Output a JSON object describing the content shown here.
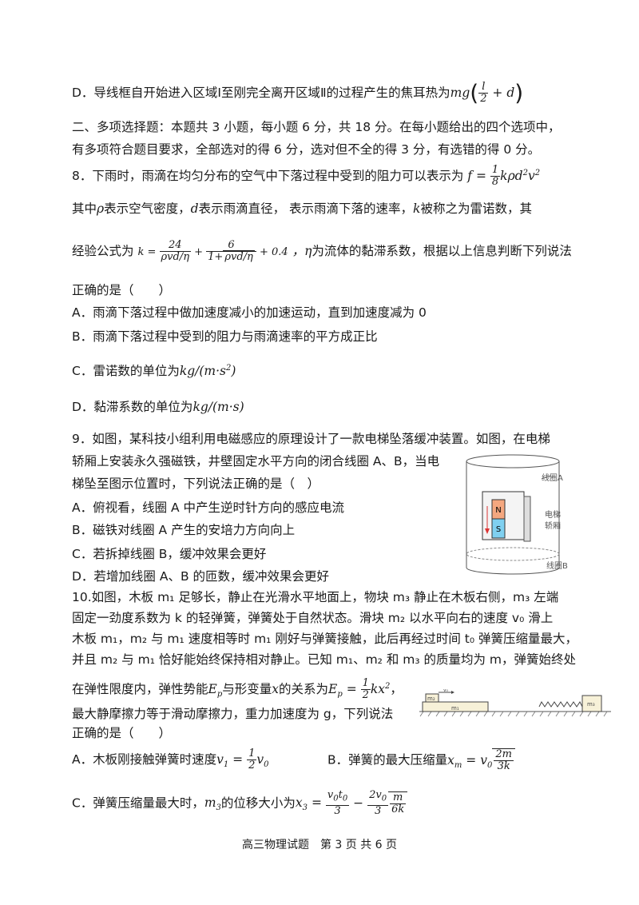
{
  "optD7": {
    "text": "D．导线框自开始进入区域Ⅰ至刚完全离开区域Ⅱ的过程产生的焦耳热为"
  },
  "section2": {
    "line1": "二、多项选择题：本题共 3 小题，每小题 6 分，共 18 分。在每小题给出的四个选项中，",
    "line2": "有多项符合题目要求，全部选对的得 6 分，选对但不全的得 3 分，有选错的得 0 分。"
  },
  "q8": {
    "line1": "8．下雨时，雨滴在均匀分布的空气中下落过程中受到的阻力可以表示为",
    "line2a": "其中",
    "line2b": "表示空气密度，",
    "line2c": "表示雨滴直径，  表示雨滴下落的速率，",
    "line2d": "被称之为雷诺数，其",
    "line3a": "经验公式为",
    "line3b": "为流体的黏滞系数，根据以上信息判断下列说法",
    "line4": "正确的是（　　）",
    "optA": "A．雨滴下落过程中做加速度减小的加速运动，直到加速度减为 0",
    "optB": "B．雨滴下落过程中受到的阻力与雨滴速率的平方成正比",
    "optC": "C．雷诺数的单位为",
    "optD": "D．黏滞系数的单位为"
  },
  "q9": {
    "line1": "9．如图，某科技小组利用电磁感应的原理设计了一款电梯坠落缓冲装置。如图，在电梯",
    "line2": "轿厢上安装永久强磁铁，井壁固定水平方向的闭合线圈 A、B，当电",
    "line3": "梯坠至图示位置时，下列说法正确的是（　）",
    "optA": "A．俯视看，线圈 A 中产生逆时针方向的感应电流",
    "optB": "B．磁铁对线圈 A 产生的安培力方向向上",
    "optC": "C．若拆掉线圈 B，缓冲效果会更好",
    "optD": "D．若增加线圈 A、B 的匝数，缓冲效果会更好",
    "fig": {
      "coilA": "线圈A",
      "car1": "电梯",
      "car2": "轿厢",
      "coilB": "线圈B",
      "north": "N",
      "south": "S"
    }
  },
  "q10": {
    "line1": "10.如图，木板 m₁ 足够长，静止在光滑水平地面上，物块 m₃ 静止在木板右侧，m₃ 左端",
    "line2": "固定一劲度系数为 k 的轻弹簧，弹簧处于自然状态。滑块 m₂ 以水平向右的速度 v₀ 滑上",
    "line3": "木板 m₁，m₂ 与 m₁ 速度相等时 m₁ 刚好与弹簧接触，此后再经过时间 t₀ 弹簧压缩量最大，",
    "line4": "并且 m₂ 与 m₁ 恰好能始终保持相对静止。已知 m₁、m₂ 和 m₃ 的质量均为 m，弹簧始终处",
    "line5a": "在弹性限度内，弹性势能",
    "line5b": "与形变量",
    "line5c": "的关系为",
    "line6": "最大静摩擦力等于滑动摩擦力，重力加速度为 g，下列说法",
    "line7": "正确的是（　　）",
    "optA": "A．木板刚接触弹簧时速度",
    "optB": "B．弹簧的最大压缩量",
    "optC": "C．弹簧压缩量最大时，",
    "optC2": "的位移大小为",
    "fig": {
      "m1": "m₁",
      "m2": "m₂",
      "m3": "m₃",
      "v": "v₀"
    }
  },
  "footer": "高三物理试题　第 3 页 共 6 页"
}
